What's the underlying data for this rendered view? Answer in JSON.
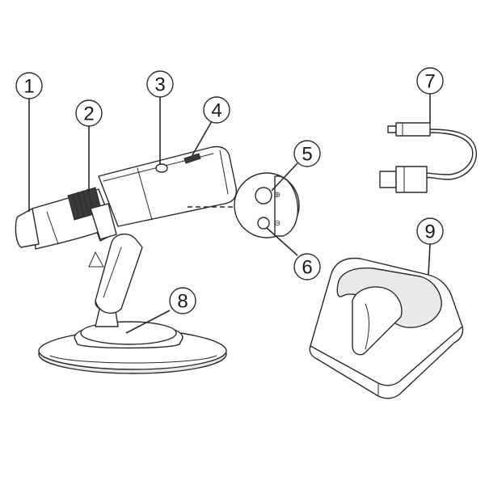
{
  "callouts": [
    {
      "id": "1",
      "label": "1"
    },
    {
      "id": "2",
      "label": "2"
    },
    {
      "id": "3",
      "label": "3"
    },
    {
      "id": "4",
      "label": "4"
    },
    {
      "id": "5",
      "label": "5"
    },
    {
      "id": "6",
      "label": "6"
    },
    {
      "id": "7",
      "label": "7"
    },
    {
      "id": "8",
      "label": "8"
    },
    {
      "id": "9",
      "label": "9"
    }
  ],
  "button_symbols": {
    "plus": "⊕",
    "minus": "⊖"
  },
  "colors": {
    "line": "#2a2a2a",
    "shade": "#e9e9e9",
    "background": "#ffffff"
  }
}
